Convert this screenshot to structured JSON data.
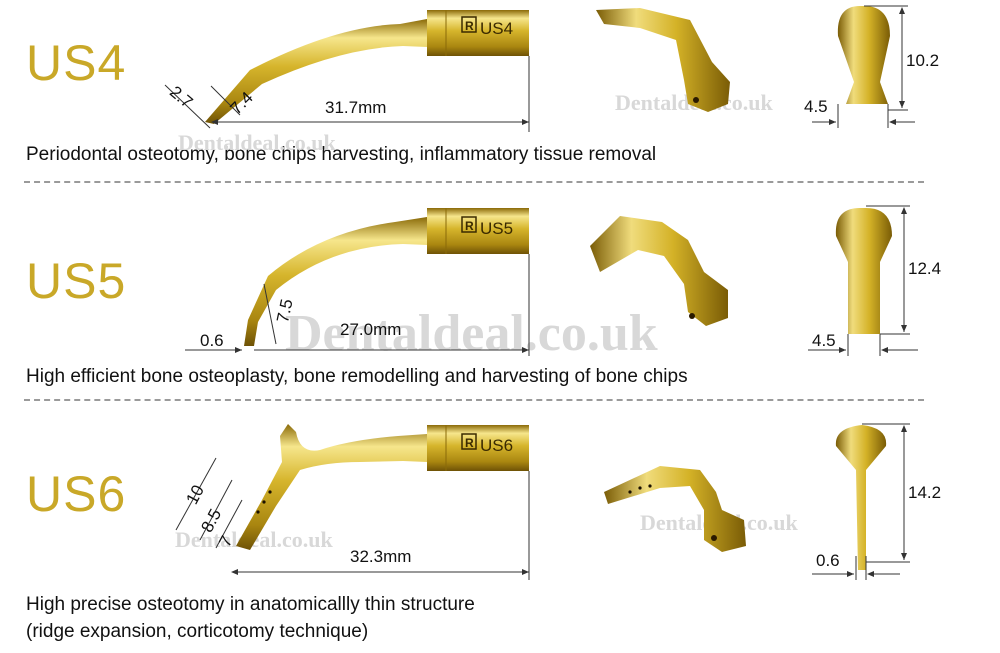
{
  "watermark": "Dentaldeal.co.uk",
  "brand_mark": "R",
  "colors": {
    "gold": "#d4b227",
    "gold_dark": "#9c7c10",
    "gold_light": "#f3df7a",
    "label": "#c9a828"
  },
  "tips": [
    {
      "model": "US4",
      "badge": "US4",
      "length": "31.7mm",
      "tip_width": "2.7",
      "tip_length": "7.4",
      "front_height": "10.2",
      "front_width": "4.5",
      "description": "Periodontal osteotomy, bone chips harvesting, inflammatory tissue removal"
    },
    {
      "model": "US5",
      "badge": "US5",
      "length": "27.0mm",
      "tip_width": "0.6",
      "tip_length": "7.5",
      "front_height": "12.4",
      "front_width": "4.5",
      "description": "High efficient bone osteoplasty, bone remodelling and harvesting of bone chips"
    },
    {
      "model": "US6",
      "badge": "US6",
      "length": "32.3mm",
      "tip_dim_a": "10",
      "tip_dim_b": "8.5",
      "tip_dim_c": "7",
      "front_height": "14.2",
      "front_width": "0.6",
      "description_line1": "High precise osteotomy in anatomicallly thin structure",
      "description_line2": "(ridge expansion, corticotomy technique)"
    }
  ]
}
